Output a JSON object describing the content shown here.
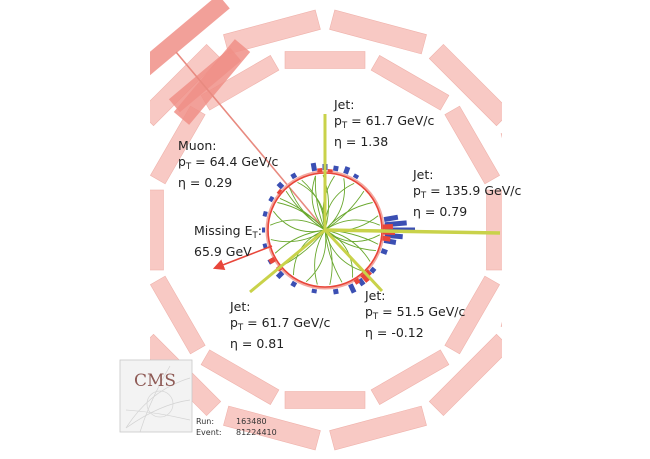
{
  "event": {
    "objects": [
      {
        "id": "jet-top",
        "kind": "Jet",
        "title": "Jet:",
        "pt": "61.7 GeV/c",
        "eta": "1.38"
      },
      {
        "id": "muon",
        "kind": "Muon",
        "title": "Muon:",
        "pt": "64.4 GeV/c",
        "eta": "0.29"
      },
      {
        "id": "jet-right",
        "kind": "Jet",
        "title": "Jet:",
        "pt": "135.9 GeV/c",
        "eta": "0.79"
      },
      {
        "id": "jet-bottom-left",
        "kind": "Jet",
        "title": "Jet:",
        "pt": "61.7 GeV/c",
        "eta": "0.81"
      },
      {
        "id": "jet-bottom-right",
        "kind": "Jet",
        "title": "Jet:",
        "pt": "51.5 GeV/c",
        "eta": "-0.12"
      }
    ],
    "missing_et": {
      "title": "Missing E",
      "subscript": "T",
      "suffix": ":",
      "value": "65.9 GeV"
    }
  },
  "label_parts": {
    "pt_prefix": "p",
    "pt_sub": "T",
    "pt_eq": " = ",
    "eta_prefix": "η = "
  },
  "logo": {
    "text": "CMS"
  },
  "run_info": {
    "run_label": "Run:",
    "run_value": "163480",
    "event_label": "Event:",
    "event_value": "81224410"
  },
  "colors": {
    "detector": "#f8c9c4",
    "muon_chamber_dark": "#f08f87",
    "muon_track": "#e88a80",
    "jet_line": "#c9d24a",
    "ecal": "#e8463a",
    "hcal": "#3b4fb3",
    "track": "#6aa82e",
    "met_arrow": "#e8463a"
  }
}
